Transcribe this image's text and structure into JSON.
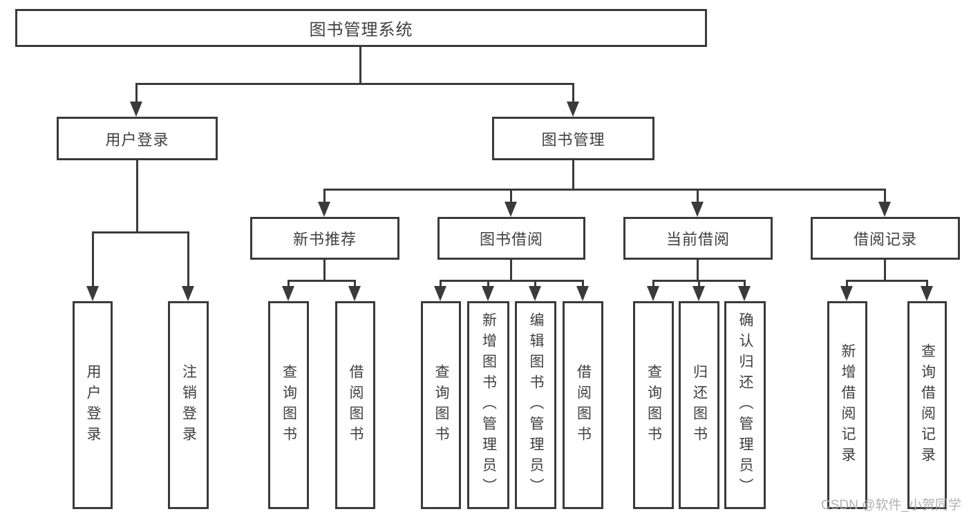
{
  "diagram": {
    "root": {
      "label": "图书管理系统"
    },
    "level2": [
      {
        "label": "用户登录"
      },
      {
        "label": "图书管理"
      }
    ],
    "level3": [
      {
        "label": "新书推荐"
      },
      {
        "label": "图书借阅"
      },
      {
        "label": "当前借阅"
      },
      {
        "label": "借阅记录"
      }
    ],
    "leaves": {
      "user_login": [
        "用户登录",
        "注销登录"
      ],
      "new_book": [
        "查询图书",
        "借阅图书"
      ],
      "book_borrow": [
        "查询图书",
        "新增图书（管理员）",
        "编辑图书（管理员）",
        "借阅图书"
      ],
      "current_borrow": [
        "查询图书",
        "归还图书",
        "确认归还（管理员）"
      ],
      "borrow_record": [
        "新增借阅记录",
        "查询借阅记录"
      ]
    }
  },
  "watermark": {
    "text": "CSDN @软件_小贺同学"
  },
  "colors": {
    "line": "#3a3a3a",
    "text": "#3f3f3f",
    "watermark": "#aaaaaa",
    "background": "#ffffff"
  }
}
